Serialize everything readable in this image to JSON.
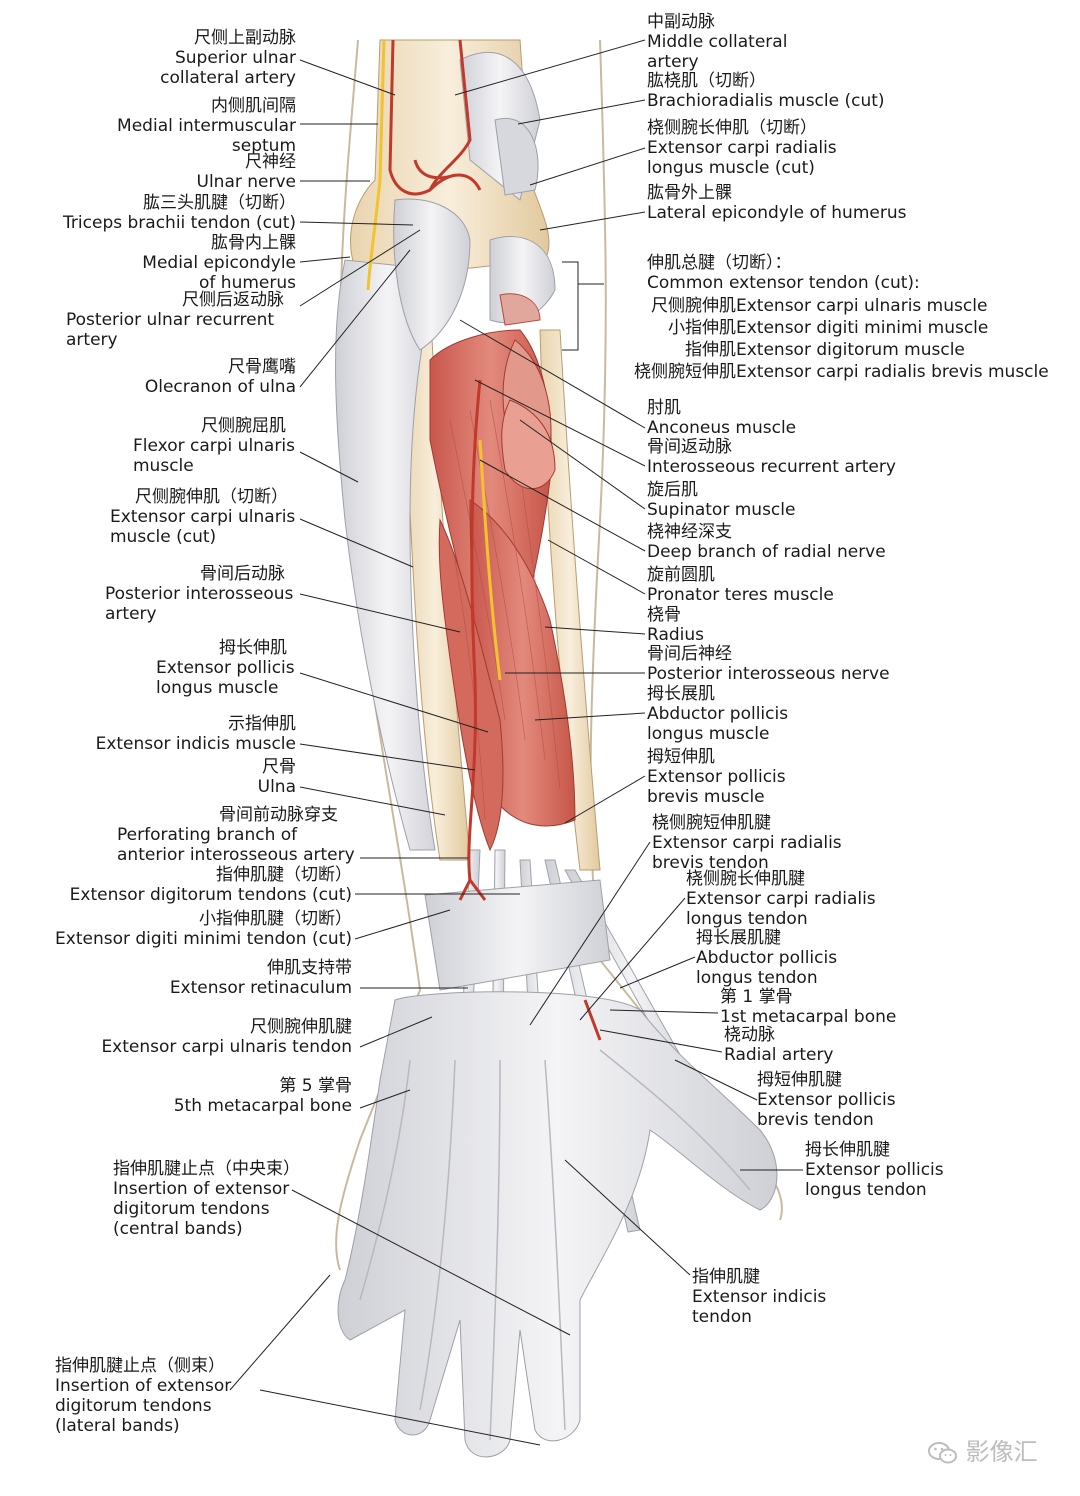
{
  "figure": {
    "watermark": "影像汇",
    "left_labels": [
      {
        "zh": "尺侧上副动脉",
        "en": "Superior ulnar\ncollateral artery"
      },
      {
        "zh": "内侧肌间隔",
        "en": "Medial intermuscular\nseptum"
      },
      {
        "zh": "尺神经",
        "en": "Ulnar nerve"
      },
      {
        "zh": "肱三头肌腱（切断）",
        "en": "Triceps brachii tendon (cut)"
      },
      {
        "zh": "肱骨内上髁",
        "en": "Medial epicondyle\nof humerus"
      },
      {
        "zh": "尺侧后返动脉",
        "en": "Posterior ulnar recurrent\nartery"
      },
      {
        "zh": "尺骨鹰嘴",
        "en": "Olecranon of ulna"
      },
      {
        "zh": "尺侧腕屈肌",
        "en": "Flexor carpi ulnaris\nmuscle"
      },
      {
        "zh": "尺侧腕伸肌（切断）",
        "en": "Extensor carpi ulnaris\nmuscle (cut)"
      },
      {
        "zh": "骨间后动脉",
        "en": "Posterior interosseous\nartery"
      },
      {
        "zh": "拇长伸肌",
        "en": "Extensor pollicis\nlongus muscle"
      },
      {
        "zh": "示指伸肌",
        "en": "Extensor indicis muscle"
      },
      {
        "zh": "尺骨",
        "en": "Ulna"
      },
      {
        "zh": "骨间前动脉穿支",
        "en": "Perforating branch of\nanterior interosseous artery"
      },
      {
        "zh": "指伸肌腱（切断）",
        "en": "Extensor digitorum tendons (cut)"
      },
      {
        "zh": "小指伸肌腱（切断）",
        "en": "Extensor digiti minimi tendon (cut)"
      },
      {
        "zh": "伸肌支持带",
        "en": "Extensor retinaculum"
      },
      {
        "zh": "尺侧腕伸肌腱",
        "en": "Extensor carpi ulnaris tendon"
      },
      {
        "zh": "第 5 掌骨",
        "en": "5th metacarpal bone"
      },
      {
        "zh": "指伸肌腱止点（中央束）",
        "en": "Insertion of extensor\ndigitorum tendons\n(central bands)"
      },
      {
        "zh": "指伸肌腱止点（侧束）",
        "en": "Insertion of extensor\ndigitorum tendons\n(lateral bands)"
      }
    ],
    "right_labels": [
      {
        "zh": "中副动脉",
        "en": "Middle collateral\nartery"
      },
      {
        "zh": "肱桡肌（切断）",
        "en": "Brachioradialis muscle (cut)"
      },
      {
        "zh": "桡侧腕长伸肌（切断）",
        "en": "Extensor carpi radialis\nlongus muscle (cut)"
      },
      {
        "zh": "肱骨外上髁",
        "en": "Lateral epicondyle of humerus"
      },
      {
        "zh": "伸肌总腱（切断）：",
        "en": "Common extensor tendon (cut):"
      },
      {
        "zh": "肘肌",
        "en": "Anconeus muscle"
      },
      {
        "zh": "骨间返动脉",
        "en": "Interosseous recurrent artery"
      },
      {
        "zh": "旋后肌",
        "en": "Supinator muscle"
      },
      {
        "zh": "桡神经深支",
        "en": "Deep branch of radial nerve"
      },
      {
        "zh": "旋前圆肌",
        "en": "Pronator teres muscle"
      },
      {
        "zh": "桡骨",
        "en": "Radius"
      },
      {
        "zh": "骨间后神经",
        "en": "Posterior interosseous nerve"
      },
      {
        "zh": "拇长展肌",
        "en": "Abductor pollicis\nlongus muscle"
      },
      {
        "zh": "拇短伸肌",
        "en": "Extensor pollicis\nbrevis muscle"
      },
      {
        "zh": "桡侧腕短伸肌腱",
        "en": "Extensor carpi radialis\nbrevis tendon"
      },
      {
        "zh": "桡侧腕长伸肌腱",
        "en": "Extensor carpi radialis\nlongus tendon"
      },
      {
        "zh": "拇长展肌腱",
        "en": "Abductor pollicis\nlongus tendon"
      },
      {
        "zh": "第 1 掌骨",
        "en": "1st metacarpal bone"
      },
      {
        "zh": "桡动脉",
        "en": "Radial artery"
      },
      {
        "zh": "拇短伸肌腱",
        "en": "Extensor pollicis\nbrevis tendon"
      },
      {
        "zh": "拇长伸肌腱",
        "en": "Extensor pollicis\nlongus tendon"
      },
      {
        "zh": "指伸肌腱",
        "en": "Extensor indicis\ntendon"
      }
    ],
    "common_tendon_parts": [
      {
        "zh": "尺侧腕伸肌",
        "en": "Extensor carpi ulnaris muscle"
      },
      {
        "zh": "小指伸肌",
        "en": "Extensor digiti minimi muscle"
      },
      {
        "zh": "指伸肌",
        "en": "Extensor digitorum muscle"
      },
      {
        "zh": "桡侧腕短伸肌",
        "en": "Extensor carpi radialis brevis muscle"
      }
    ],
    "colors": {
      "muscle": "#d9766a",
      "muscle_dark": "#b8463c",
      "tendon": "#e6e6ea",
      "bone": "#f4e6cc",
      "artery": "#c0392b",
      "nerve": "#f2c230",
      "skin_outline": "#c9b9a0",
      "leader": "#222222"
    }
  }
}
